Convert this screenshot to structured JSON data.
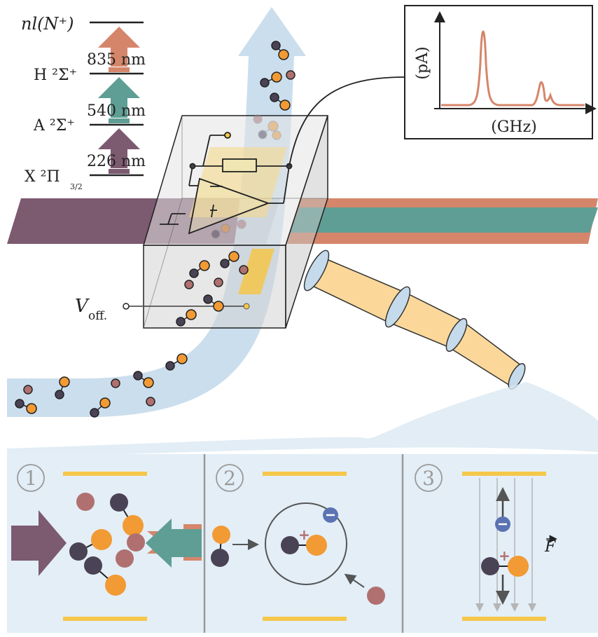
{
  "energy_levels": {
    "top": "nl(N⁺)",
    "level_3": "H ²Σ⁺",
    "level_2": "A ²Σ⁺",
    "level_1": "X ²Π",
    "level_1_sub": "3/2",
    "wavelength_1": "226 nm",
    "wavelength_2": "540 nm",
    "wavelength_3": "835 nm"
  },
  "spectrum_inset": {
    "ylabel": "(pA)",
    "xlabel": "(GHz)"
  },
  "electrode": {
    "voltage_label": "V",
    "voltage_sub": "off."
  },
  "steps": [
    {
      "number": "1"
    },
    {
      "number": "2"
    },
    {
      "number": "3"
    }
  ],
  "field_label": "F",
  "colors": {
    "uv_beam": "#7c5a70",
    "green_beam": "#5f9e94",
    "red_beam": "#d5866a",
    "molecular_beam": "#c2d8ea",
    "dark_atom": "#4a4255",
    "orange_atom": "#f29a33",
    "mauve_atom": "#b07070",
    "electron": "#5b73b3",
    "electrode": "#f5c74a",
    "panel_bg": "#e3eef7"
  }
}
